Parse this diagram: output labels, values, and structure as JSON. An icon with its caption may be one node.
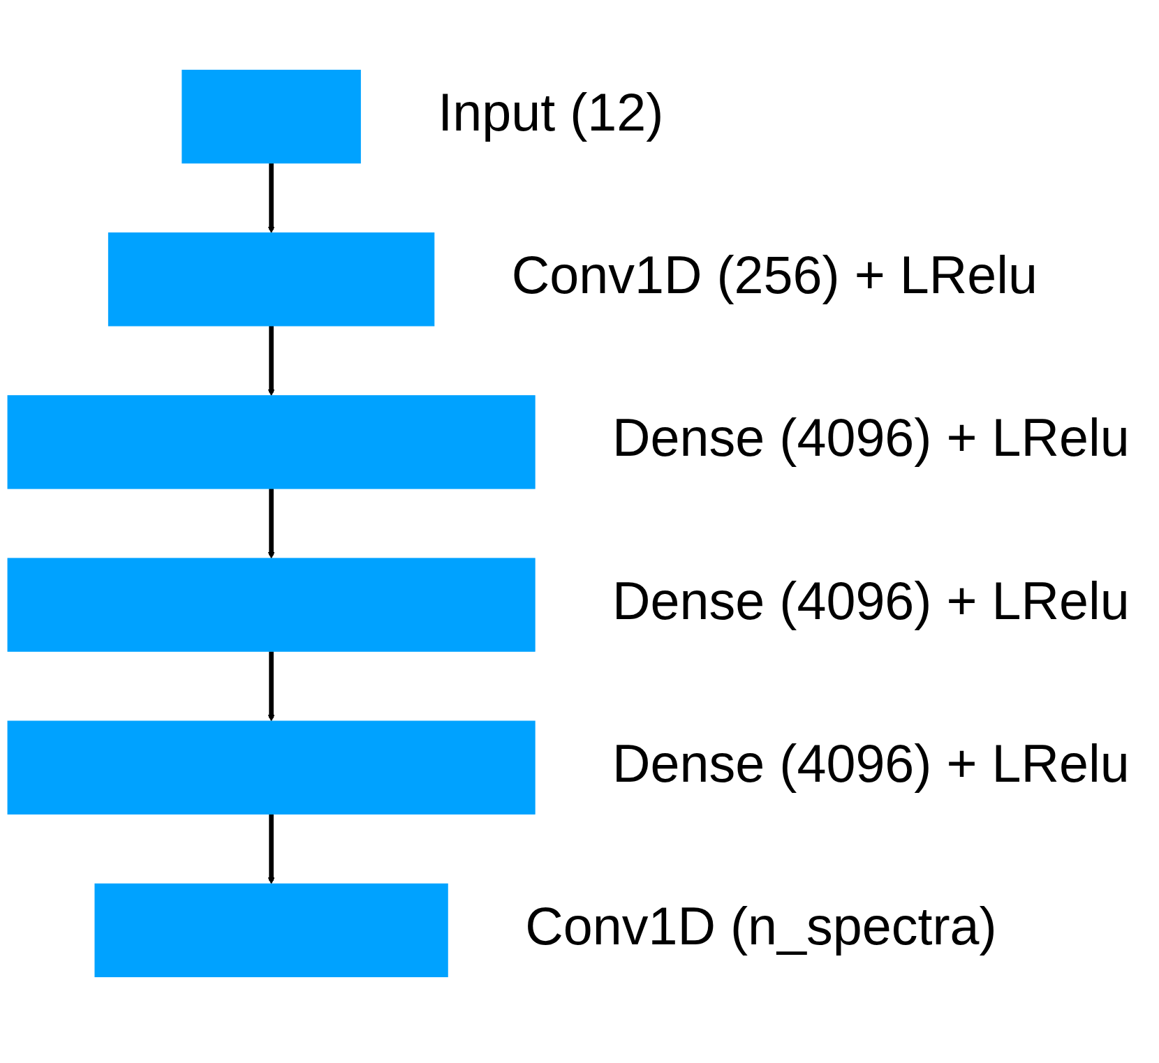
{
  "diagram": {
    "nodes": [
      {
        "text": [],
        "shape": "box",
        "beside": [
          "Input (12)"
        ]
      },
      {
        "text": [],
        "shape": "box",
        "beside": [
          "Conv1D (256) + LRelu"
        ]
      },
      {
        "text": [],
        "shape": "box",
        "beside": [
          "Dense (4096) + LRelu"
        ]
      },
      {
        "text": [],
        "shape": "box",
        "beside": [
          "Dense (4096) + LRelu"
        ]
      },
      {
        "text": [],
        "shape": "box",
        "beside": [
          "Dense (4096) + LRelu"
        ]
      },
      {
        "text": [],
        "shape": "box",
        "beside": [
          "Conv1D (n_spectra)"
        ]
      }
    ],
    "edges": [
      {
        "from": 0,
        "to": 1,
        "arrow": "to"
      },
      {
        "from": 1,
        "to": 2,
        "arrow": "to"
      },
      {
        "from": 2,
        "to": 3,
        "arrow": "to"
      },
      {
        "from": 3,
        "to": 4,
        "arrow": "to"
      },
      {
        "from": 4,
        "to": 5,
        "arrow": "to"
      }
    ]
  }
}
